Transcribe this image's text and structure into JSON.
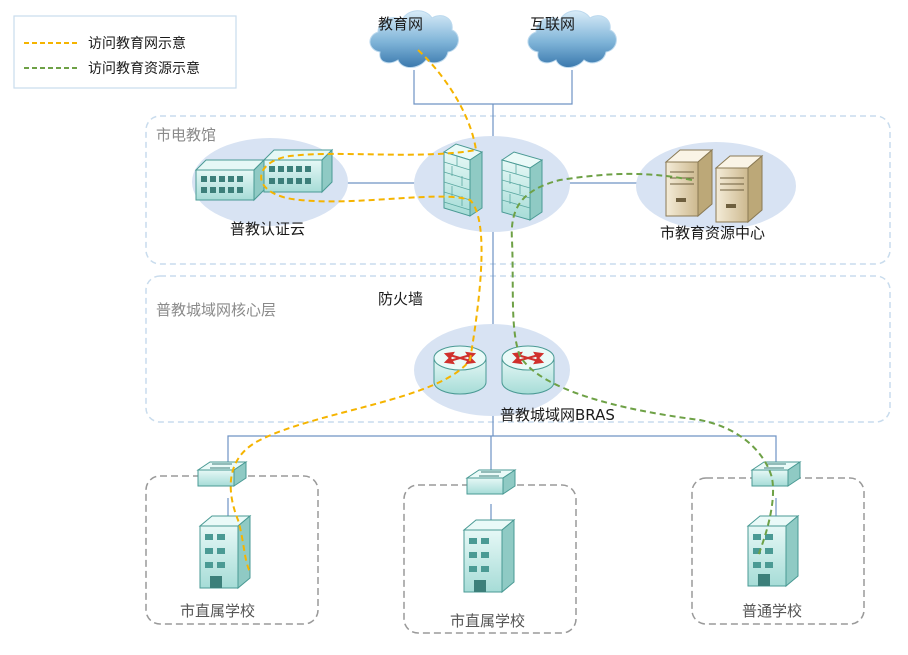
{
  "legend": {
    "edu_access": "访问教育网示意",
    "resource_access": "访问教育资源示意"
  },
  "clouds": {
    "edu_net": "教育网",
    "internet": "互联网"
  },
  "zones": {
    "city_tv_center": "市电教馆",
    "metro_core": "普教城域网核心层"
  },
  "nodes": {
    "auth_cloud": "普教认证云",
    "firewall": "防火墙",
    "resource_center": "市教育资源中心",
    "bras": "普教城域网BRAS"
  },
  "schools": [
    "市直属学校",
    "市直属学校",
    "普通学校"
  ],
  "colors": {
    "edu_path": "#f5b400",
    "resource_path": "#6ea146",
    "zone_border": "#c9dced",
    "school_border": "#9a9a9a",
    "node_halo": "#d8e3f3",
    "device_teal": "#b8e6e2"
  }
}
